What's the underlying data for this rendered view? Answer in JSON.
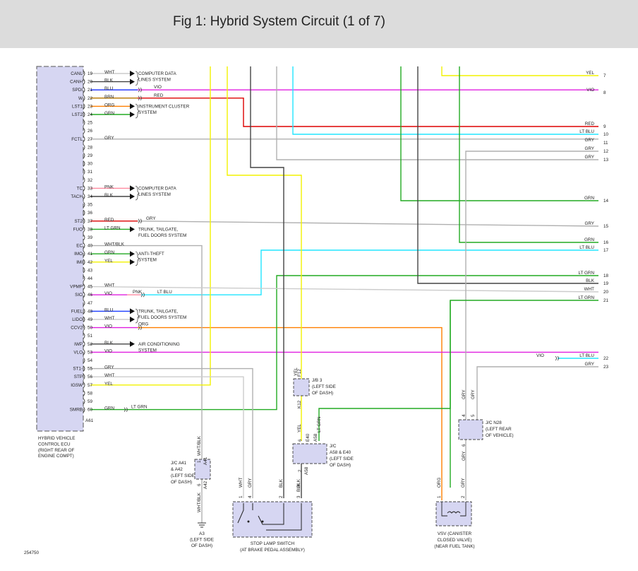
{
  "header": {
    "title": "Fig 1: Hybrid System Circuit (1 of 7)"
  },
  "colors": {
    "WHT": "#cccccc",
    "BLK": "#444444",
    "BLU": "#1a3cff",
    "BRN": "#b8860b",
    "ORG": "#ff7f00",
    "GRN": "#22aa22",
    "LT GRN": "#22aa22",
    "GRY": "#b0b0b0",
    "RED": "#dd0000",
    "LT BLU": "#22e5ff",
    "YEL": "#f2f200",
    "VIO": "#e020e0",
    "PNK": "#ff8aa0",
    "WHT/BLK": "#b0b0b0",
    "ecu": "#d6d6f2"
  },
  "ecu": {
    "name_lines": [
      "HYBRID VEHICLE",
      "CONTROL ECU",
      "(RIGHT REAR OF",
      "ENGINE COMPT)"
    ],
    "connector": "A61",
    "pins": [
      {
        "n": "19",
        "name": "CANL",
        "wire": "WHT"
      },
      {
        "n": "20",
        "name": "CANH",
        "wire": "BLK"
      },
      {
        "n": "21",
        "name": "SPDI",
        "wire": "BLU"
      },
      {
        "n": "22",
        "name": "W",
        "wire": "BRN"
      },
      {
        "n": "23",
        "name": "LST1",
        "wire": "ORG"
      },
      {
        "n": "24",
        "name": "LST2",
        "wire": "GRN"
      },
      {
        "n": "25",
        "name": "",
        "wire": ""
      },
      {
        "n": "26",
        "name": "",
        "wire": ""
      },
      {
        "n": "27",
        "name": "FCTL",
        "wire": "GRY"
      },
      {
        "n": "28",
        "name": "",
        "wire": ""
      },
      {
        "n": "29",
        "name": "",
        "wire": ""
      },
      {
        "n": "30",
        "name": "",
        "wire": ""
      },
      {
        "n": "31",
        "name": "",
        "wire": ""
      },
      {
        "n": "32",
        "name": "",
        "wire": ""
      },
      {
        "n": "33",
        "name": "TC",
        "wire": "PNK"
      },
      {
        "n": "34",
        "name": "TACH",
        "wire": "BLK"
      },
      {
        "n": "35",
        "name": "",
        "wire": ""
      },
      {
        "n": "36",
        "name": "",
        "wire": ""
      },
      {
        "n": "37",
        "name": "ST2",
        "wire": "RED"
      },
      {
        "n": "38",
        "name": "FUO",
        "wire": "LT GRN"
      },
      {
        "n": "39",
        "name": "",
        "wire": ""
      },
      {
        "n": "40",
        "name": "EC",
        "wire": "WHT/BLK"
      },
      {
        "n": "41",
        "name": "IMO",
        "wire": "GRN"
      },
      {
        "n": "42",
        "name": "IMI",
        "wire": "YEL"
      },
      {
        "n": "43",
        "name": "",
        "wire": ""
      },
      {
        "n": "44",
        "name": "",
        "wire": ""
      },
      {
        "n": "45",
        "name": "VPMP",
        "wire": "WHT"
      },
      {
        "n": "46",
        "name": "SIO",
        "wire": "VIO"
      },
      {
        "n": "47",
        "name": "",
        "wire": ""
      },
      {
        "n": "48",
        "name": "FUEL",
        "wire": "BLU"
      },
      {
        "n": "49",
        "name": "LIDO",
        "wire": "WHT"
      },
      {
        "n": "50",
        "name": "CCV2",
        "wire": "VIO"
      },
      {
        "n": "51",
        "name": "",
        "wire": ""
      },
      {
        "n": "52",
        "name": "IWP",
        "wire": "BLK"
      },
      {
        "n": "53",
        "name": "VLO",
        "wire": "VIO"
      },
      {
        "n": "54",
        "name": "",
        "wire": ""
      },
      {
        "n": "55",
        "name": "ST1-",
        "wire": "GRY"
      },
      {
        "n": "56",
        "name": "STP",
        "wire": "WHT"
      },
      {
        "n": "57",
        "name": "IGSW",
        "wire": "YEL"
      },
      {
        "n": "58",
        "name": "",
        "wire": ""
      },
      {
        "n": "59",
        "name": "",
        "wire": ""
      },
      {
        "n": "60",
        "name": "SMRB",
        "wire": "GRN"
      }
    ]
  },
  "systems": {
    "comp_data_1": [
      "COMPUTER DATA",
      "LINES SYSTEM"
    ],
    "cluster": [
      "INSTRUMENT CLUSTER",
      "SYSTEM"
    ],
    "comp_data_2": [
      "COMPUTER DATA",
      "LINES SYSTEM"
    ],
    "trunk_1": [
      "TRUNK, TAILGATE,",
      "FUEL DOORS SYSTEM"
    ],
    "anti_theft": [
      "ANTI-THEFT",
      "SYSTEM"
    ],
    "trunk_2": [
      "TRUNK, TAILGATE,",
      "FUEL DOORS SYSTEM"
    ],
    "air_cond": [
      "AIR CONDITIONING",
      "SYSTEM"
    ]
  },
  "mid_labels": {
    "spdi": "VIO",
    "w": "RED",
    "fctl": "GRY",
    "st2": "GRY",
    "sio_pnk": "PNK",
    "sio_ltblu": "LT BLU",
    "ccv2": "ORG",
    "vlo": "VIO",
    "smrb": "LT GRN"
  },
  "right_wires": [
    {
      "n": "7",
      "label": "YEL"
    },
    {
      "n": "8",
      "label": "VIO"
    },
    {
      "n": "9",
      "label": "RED"
    },
    {
      "n": "10",
      "label": "LT BLU"
    },
    {
      "n": "11",
      "label": "GRY"
    },
    {
      "n": "12",
      "label": "GRY"
    },
    {
      "n": "13",
      "label": "GRY"
    },
    {
      "n": "14",
      "label": "GRN"
    },
    {
      "n": "15",
      "label": "GRY"
    },
    {
      "n": "16",
      "label": "GRN"
    },
    {
      "n": "17",
      "label": "LT BLU"
    },
    {
      "n": "18",
      "label": "LT GRN"
    },
    {
      "n": "19",
      "label": "BLK"
    },
    {
      "n": "20",
      "label": "WHT"
    },
    {
      "n": "21",
      "label": "LT GRN"
    },
    {
      "n": "22",
      "label": "LT BLU"
    },
    {
      "n": "23",
      "label": "GRY"
    }
  ],
  "jb3": {
    "lines": [
      "J/B 3",
      "(LEFT SIDE",
      "OF DASH)"
    ],
    "top_pin": "F12",
    "bot_pin": "K12",
    "wire": "YEL"
  },
  "jc_a58": {
    "lines": [
      "J/C",
      "A58 & E40",
      "(LEFT SIDE",
      "OF DASH)"
    ],
    "pins_top": [
      "6",
      "E40",
      "A58"
    ],
    "pins_bot": [
      "2",
      "A58"
    ],
    "wires_top": [
      "YEL",
      "LT GRN"
    ],
    "wire_bot": "BLK"
  },
  "jc_a41": {
    "lines": [
      "J/C A41",
      "& A42",
      "(LEFT SIDE",
      "OF DASH)"
    ],
    "pins_top": [
      "1",
      "A41"
    ],
    "pins_bot": [
      "6",
      "A42"
    ],
    "wire_top": "WHT/BLK",
    "wire_bot": "WHT/BLK"
  },
  "ground": {
    "lines": [
      "A3",
      "(LEFT SIDE",
      "OF DASH)"
    ]
  },
  "jc_n28": {
    "lines": [
      "J/C N28",
      "(LEFT REAR",
      "OF VEHICLE)"
    ],
    "pins_top": [
      "4",
      "5"
    ],
    "pin_bot": "6",
    "wires_top": [
      "GRY",
      "GRY"
    ],
    "wire_bot": "GRY"
  },
  "stop_lamp": {
    "lines": [
      "STOP LAMP SWITCH",
      "(AT BRAKE PEDAL ASSEMBLY)"
    ],
    "pins": [
      "1",
      "4",
      "2",
      "3"
    ],
    "wires": [
      "WHT",
      "GRY",
      "BLK",
      "BLK"
    ]
  },
  "vsv": {
    "lines": [
      "VSV (CANISTER",
      "CLOSED VALVE)",
      "(NEAR FUEL TANK)"
    ],
    "pins": [
      "1",
      "2"
    ],
    "wires": [
      "ORG",
      "GRY"
    ]
  },
  "figure_id": "254750"
}
